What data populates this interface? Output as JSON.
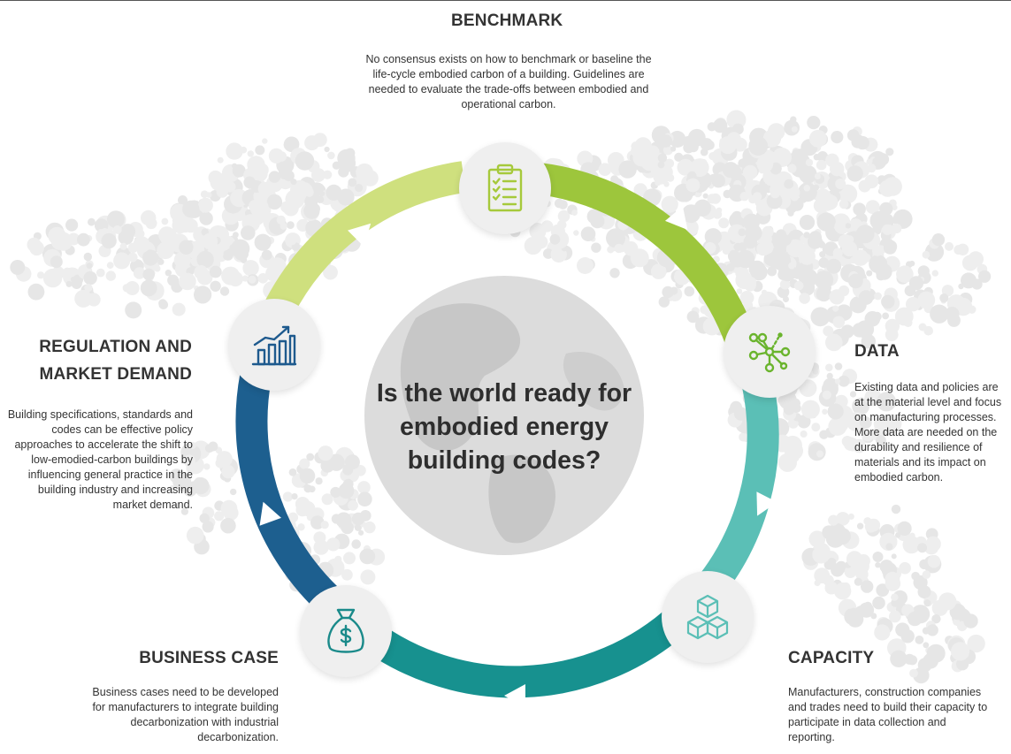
{
  "center_question": "Is the world ready for embodied energy building codes?",
  "sections": {
    "benchmark": {
      "title": "BENCHMARK",
      "description": "No consensus exists on how to benchmark or baseline the life-cycle embodied carbon of a building. Guidelines are needed to evaluate the trade-offs between embodied and operational carbon.",
      "icon": "clipboard-checklist-icon",
      "color": "#a6c93b"
    },
    "data": {
      "title": "DATA",
      "description": "Existing data and policies are at the material level and focus on manufacturing processes. More data are needed on the durability and resilience of materials and its impact on embodied carbon.",
      "icon": "network-nodes-icon",
      "color": "#6ab42d"
    },
    "capacity": {
      "title": "CAPACITY",
      "description": "Manufacturers, construction companies and trades need to build their capacity to participate in data collection and reporting.",
      "icon": "stacked-cubes-icon",
      "color": "#5bbfb6"
    },
    "business_case": {
      "title": "BUSINESS CASE",
      "description": "Business cases need to be developed for manufacturers to integrate building decarbonization with industrial decarbonization.",
      "icon": "money-bag-icon",
      "color": "#1a8a8a"
    },
    "regulation": {
      "title_line1": "REGULATION AND",
      "title_line2": "MARKET DEMAND",
      "description": "Building specifications, standards and codes can be effective policy approaches to accelerate the shift to low-emodied-carbon buildings by influencing general practice in the building industry and increasing market demand.",
      "icon": "bar-chart-trend-icon",
      "color": "#1e5a8e"
    }
  }
}
